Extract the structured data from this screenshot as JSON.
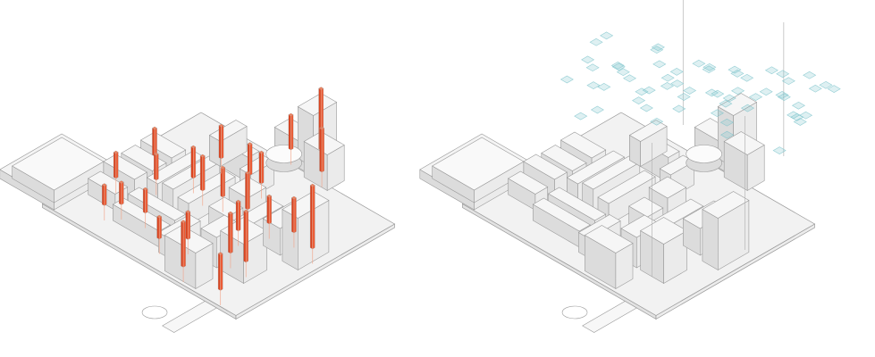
{
  "figure": {
    "panels": [
      {
        "id": "left",
        "highlight": "vertical-cores",
        "accent": "#e8552f"
      },
      {
        "id": "right",
        "highlight": "canopy-grid",
        "accent": "#8fd0d6"
      }
    ],
    "colors": {
      "background": "#ffffff",
      "block_top": "#f6f6f6",
      "block_left": "#dcdcdc",
      "block_right": "#ebebeb",
      "outline": "#9a9a9a",
      "ground": "#f2f2f2",
      "accent_orange": "#e8552f",
      "accent_cyan": "#7cc3cb"
    }
  }
}
